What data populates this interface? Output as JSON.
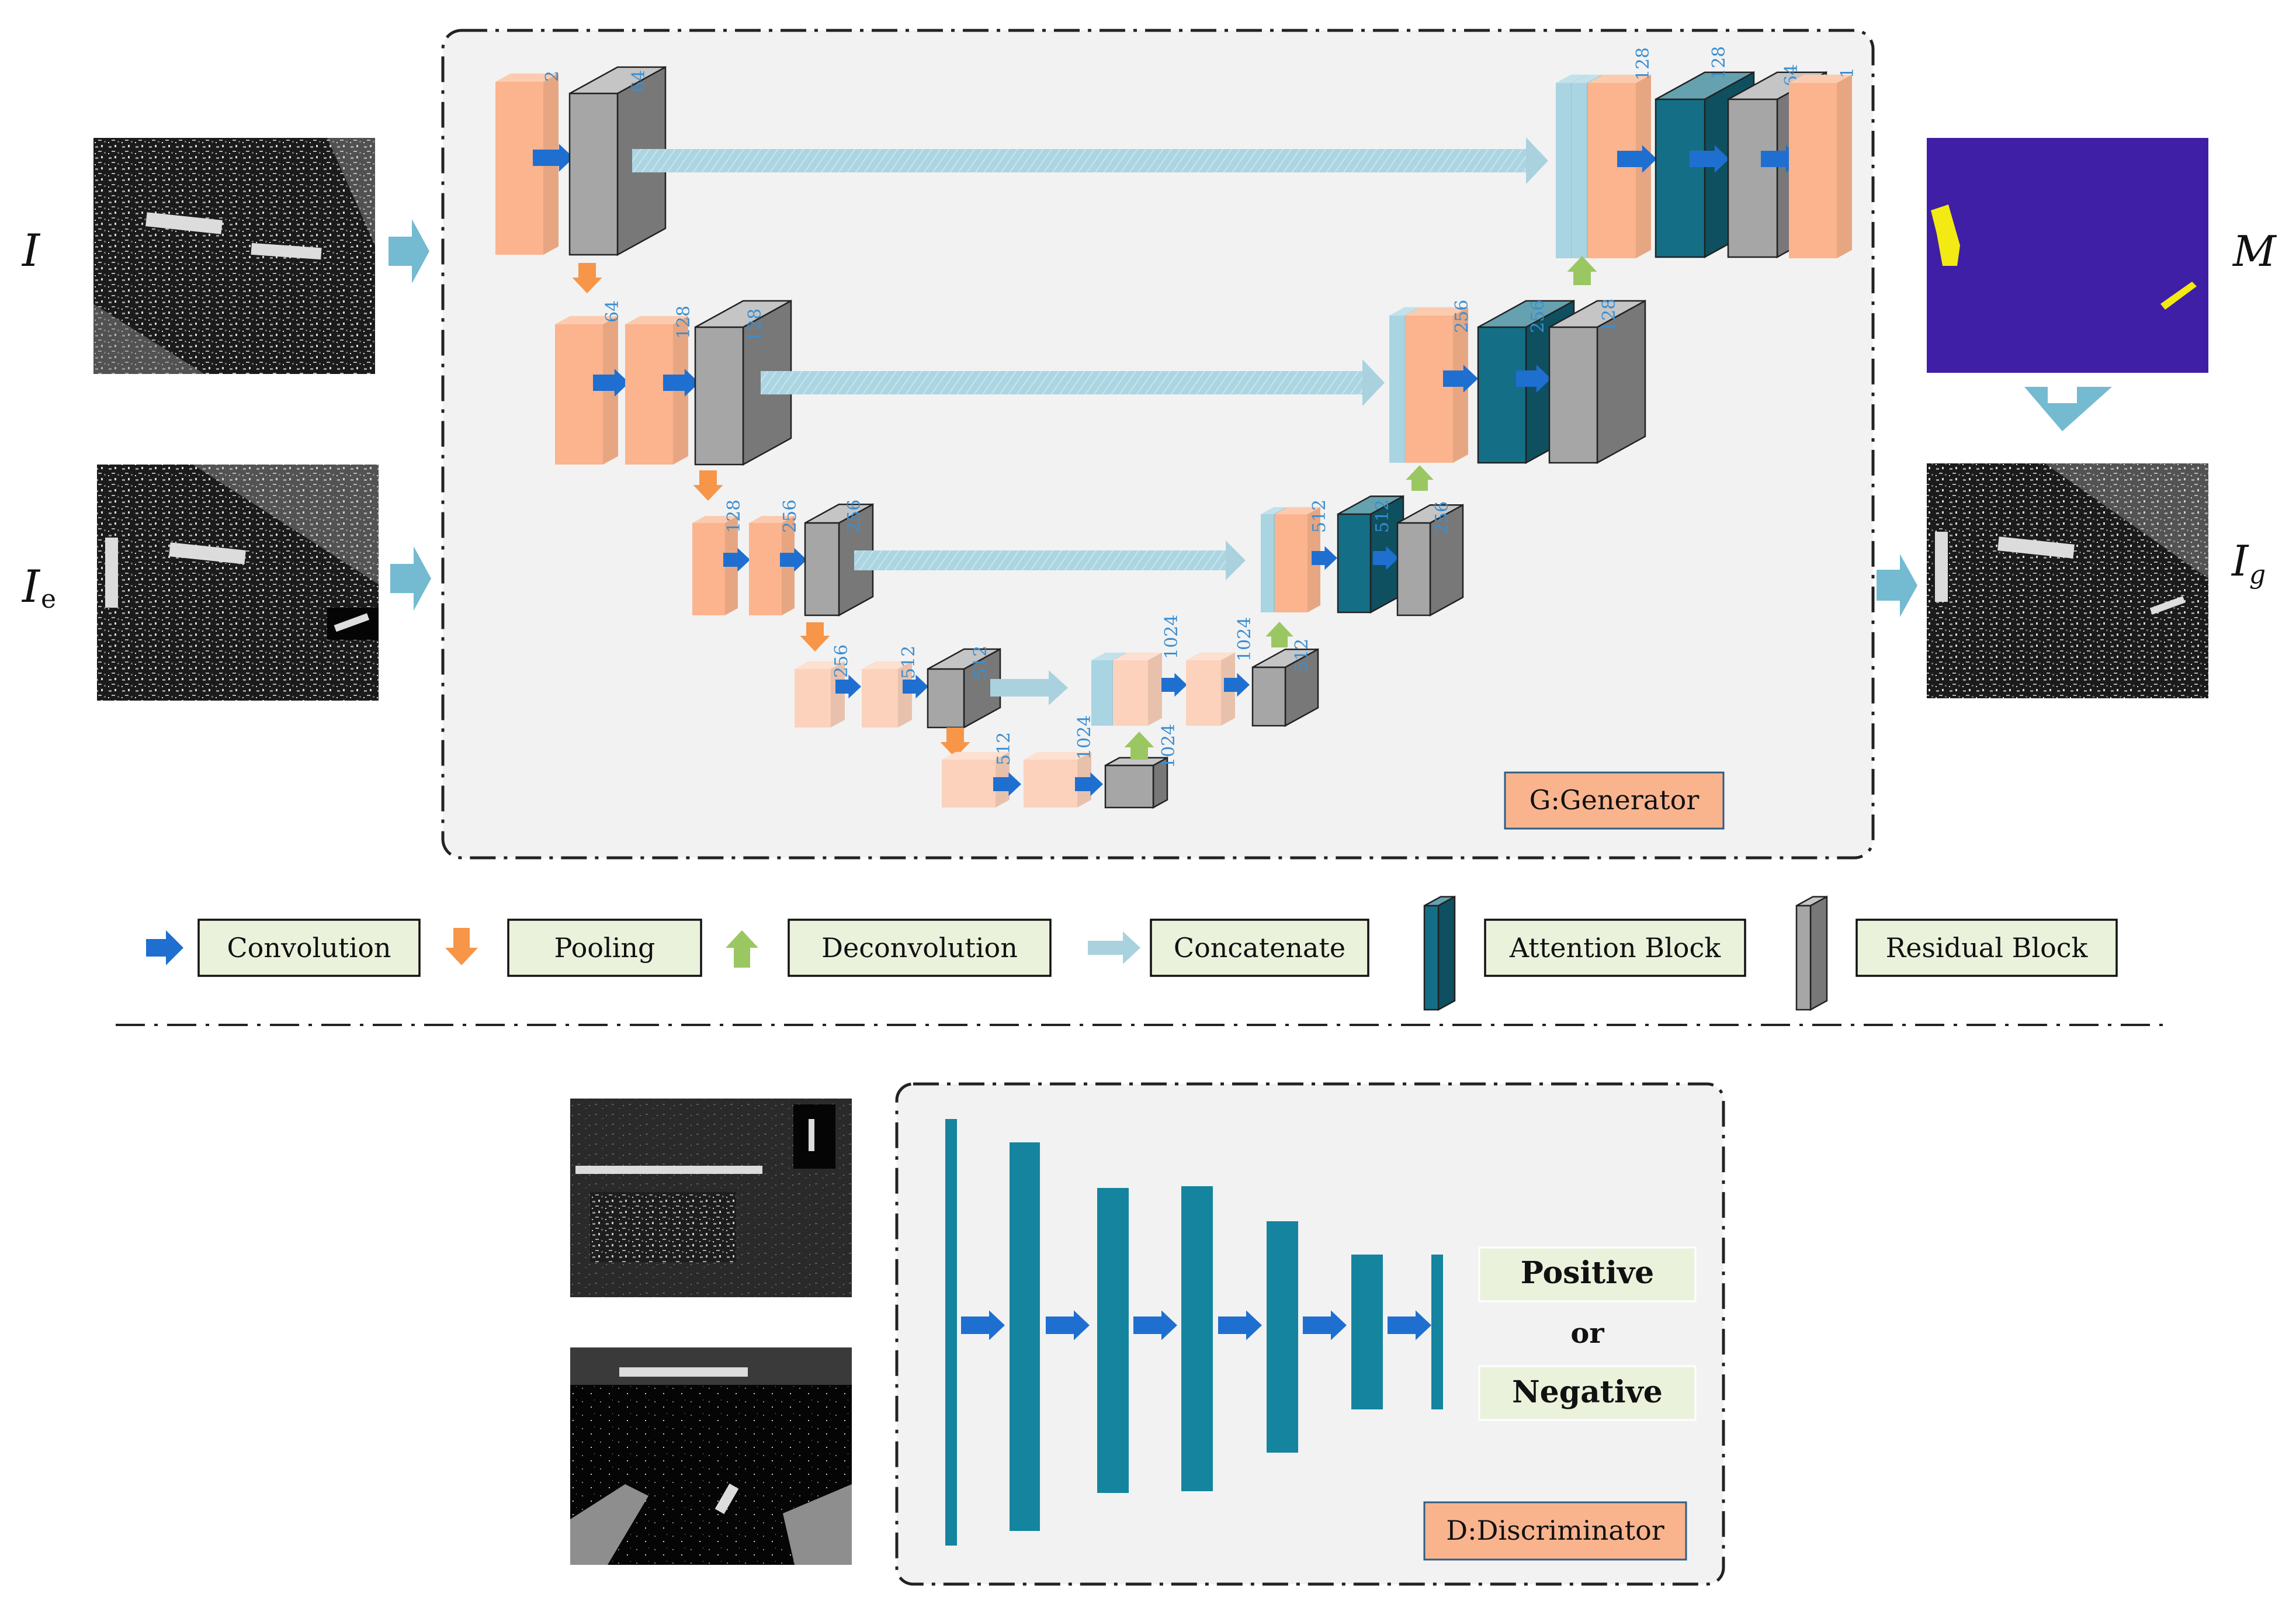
{
  "inputs": {
    "I": {
      "main": "I",
      "sub": ""
    },
    "Ie": {
      "main": "I",
      "sub": "e"
    },
    "M": {
      "main": "M",
      "sub": ""
    },
    "Ig": {
      "main": "I",
      "sub": "g"
    }
  },
  "generator_label": "G:Generator",
  "discriminator_label": "D:Discriminator",
  "generator": {
    "level1": {
      "enc": [
        "2",
        "64"
      ],
      "dec": [
        "128",
        "128",
        "64",
        "1"
      ]
    },
    "level2": {
      "enc": [
        "64",
        "128",
        "128"
      ],
      "dec": [
        "256",
        "256",
        "128"
      ]
    },
    "level3": {
      "enc": [
        "128",
        "256",
        "256"
      ],
      "dec": [
        "512",
        "512",
        "256"
      ]
    },
    "level4": {
      "enc": [
        "256",
        "512",
        "512"
      ],
      "dec": [
        "1024",
        "1024",
        "512"
      ]
    },
    "level5": {
      "enc": [
        "512",
        "1024",
        "1024"
      ]
    }
  },
  "legend": [
    {
      "icon": "convolution-arrow-icon",
      "label": "Convolution"
    },
    {
      "icon": "pooling-arrow-icon",
      "label": "Pooling"
    },
    {
      "icon": "deconvolution-arrow-icon",
      "label": "Deconvolution"
    },
    {
      "icon": "concatenate-arrow-icon",
      "label": "Concatenate"
    },
    {
      "icon": "attention-block-icon",
      "label": "Attention Block"
    },
    {
      "icon": "residual-block-icon",
      "label": "Residual Block"
    }
  ],
  "output": {
    "positive": "Positive",
    "or": "or",
    "negative": "Negative"
  },
  "colors": {
    "feature_map": "#fbb48d",
    "feature_map_light": "#fcd2bc",
    "residual_block": "#a6a6a6",
    "attention_block": "#146f86",
    "concat_map": "#a9d4e2",
    "conv_arrow": "#1f6fd0",
    "pool_arrow": "#f79548",
    "deconv_arrow": "#9bc762",
    "concat_arrow": "#a9d2de",
    "disc_bar": "#14849f",
    "panel_bg": "#f2f2f2",
    "legend_bg": "#eaf2dc",
    "label_bg": "#f9b48e",
    "channel_text": "#3a8ed0"
  }
}
